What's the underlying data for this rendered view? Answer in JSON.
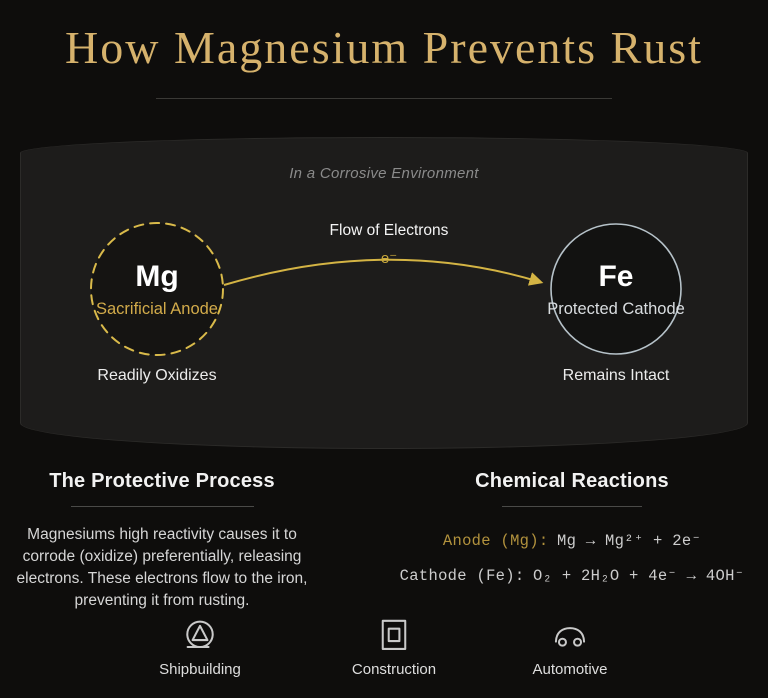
{
  "title": "How Magnesium Prevents Rust",
  "diagram": {
    "caption": "In a Corrosive Environment",
    "flow_label": "Flow of Electrons",
    "electron_label": "e⁻",
    "anode": {
      "symbol": "Mg",
      "role": "Sacrificial Anode",
      "status": "Readily Oxidizes"
    },
    "cathode": {
      "symbol": "Fe",
      "role": "Protected Cathode",
      "status": "Remains Intact"
    }
  },
  "process": {
    "heading": "The Protective Process",
    "body": "Magnesiums high reactivity causes it to corrode (oxidize) preferentially, releasing electrons. These electrons flow to the iron, preventing it from rusting."
  },
  "reactions": {
    "heading": "Chemical Reactions",
    "anode_label": "Anode (Mg):",
    "anode_equation": "Mg → Mg²⁺ + 2e⁻",
    "cathode_label": "Cathode (Fe):",
    "cathode_equation": "O₂ + 2H₂O + 4e⁻ → 4OH⁻"
  },
  "applications": [
    {
      "icon": "ship-icon",
      "label": "Shipbuilding"
    },
    {
      "icon": "building-icon",
      "label": "Construction"
    },
    {
      "icon": "car-icon",
      "label": "Automotive"
    }
  ],
  "colors": {
    "background": "#0e0d0c",
    "panel": "#1d1c1b",
    "title_gold": "#d6b26c",
    "accent_gold": "#d2ab4a",
    "arrow_gold": "#d4b444",
    "anode_dash_border": "#d9ba4a",
    "cathode_border": "#b6c2c9",
    "equation_label_gold": "#b2923d"
  }
}
